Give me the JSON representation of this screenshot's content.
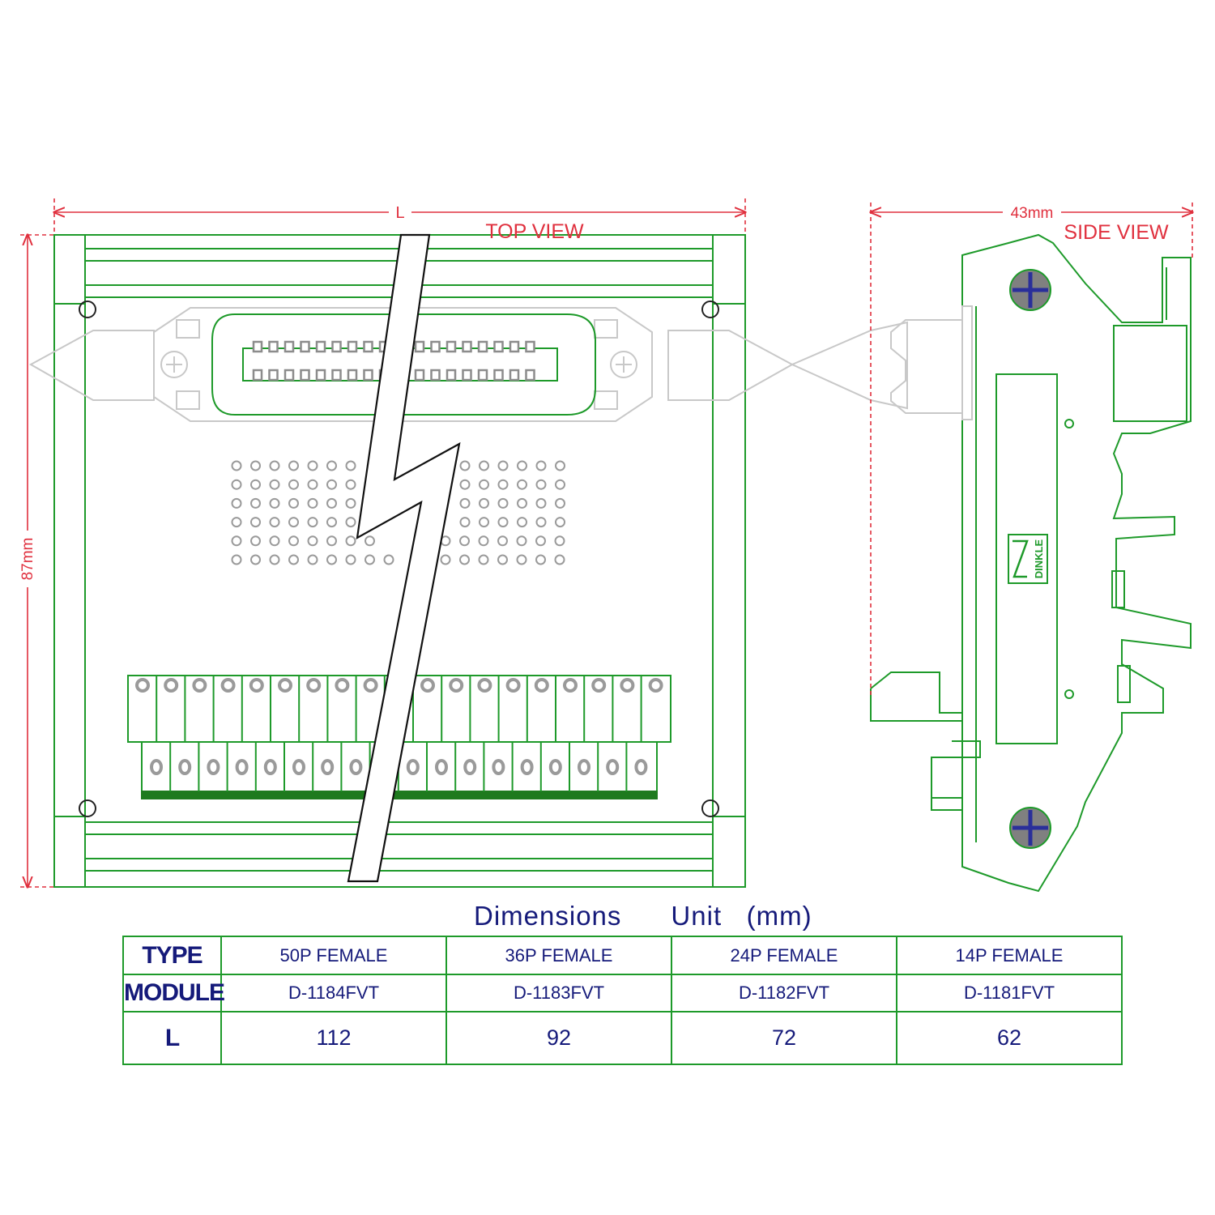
{
  "colors": {
    "outline": "#1e9a2a",
    "fill": "#ffffff",
    "dimension": "#e0303e",
    "text": "#151a7a",
    "connector_gray": "#c8c8c8",
    "pin_gray": "#9a9a9a",
    "screw_fill": "#808080",
    "screw_cross": "#2a2f9a"
  },
  "top_view": {
    "title": "TOP VIEW",
    "width_label": "L",
    "height_label": "87mm"
  },
  "side_view": {
    "title": "SIDE VIEW",
    "width_label": "43mm",
    "logo_text": "DINKLE"
  },
  "dimensions": {
    "title_parts": [
      "Dimensions",
      "Unit",
      "(mm)"
    ],
    "row_headers": [
      "TYPE",
      "MODULE",
      "L"
    ],
    "columns": [
      {
        "type": "50P FEMALE",
        "module": "D-1184FVT",
        "l": "112"
      },
      {
        "type": "36P FEMALE",
        "module": "D-1183FVT",
        "l": "92"
      },
      {
        "type": "24P FEMALE",
        "module": "D-1182FVT",
        "l": "72"
      },
      {
        "type": "14P FEMALE",
        "module": "D-1181FVT",
        "l": "62"
      }
    ]
  }
}
